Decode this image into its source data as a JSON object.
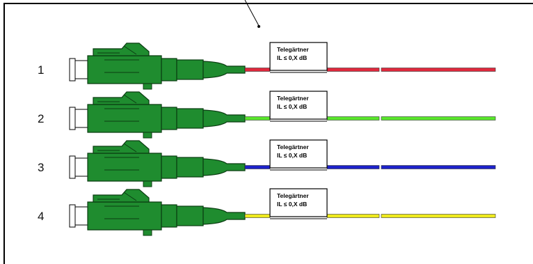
{
  "rows": [
    {
      "number": "1",
      "fiber_color": "#e0293d",
      "tag": {
        "brand": "Telegärtner",
        "spec": "IL ≤ 0,X dB"
      }
    },
    {
      "number": "2",
      "fiber_color": "#59e62c",
      "tag": {
        "brand": "Telegärtner",
        "spec": "IL ≤ 0,X dB"
      }
    },
    {
      "number": "3",
      "fiber_color": "#1d22c9",
      "tag": {
        "brand": "Telegärtner",
        "spec": "IL ≤ 0,X dB"
      }
    },
    {
      "number": "4",
      "fiber_color": "#eeea1e",
      "tag": {
        "brand": "Telegärtner",
        "spec": "IL ≤ 0,X dB"
      }
    }
  ],
  "connector": {
    "body_color": "#1f8c2f",
    "ferrule_color": "#ffffff",
    "outline_color": "#0b3d12"
  }
}
